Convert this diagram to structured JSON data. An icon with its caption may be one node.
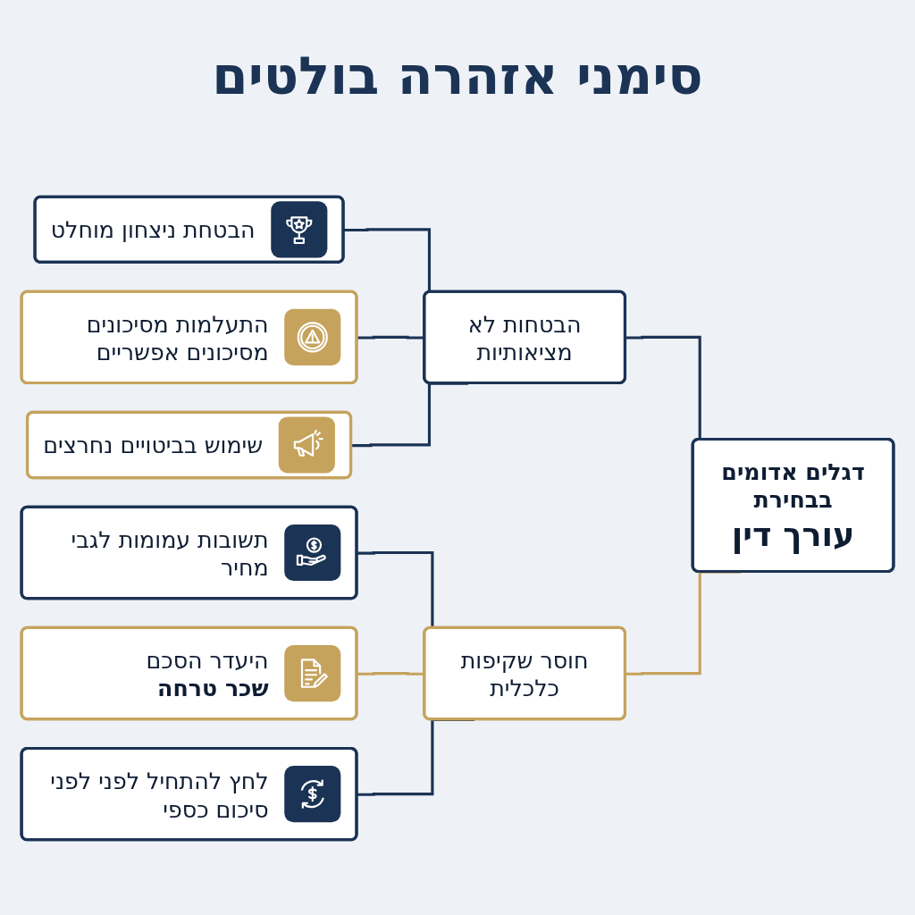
{
  "diagram": {
    "title": "סימני אזהרה בולטים",
    "nodes": [
      {
        "text": [
          "דגלים אדומים בבחירת",
          "עורך דין"
        ]
      },
      {
        "text": [
          "הבטחות לא מציאותיות"
        ]
      },
      {
        "text": [
          "הבטחת ניצחון מוחלט"
        ]
      },
      {
        "text": [
          "התעלמות מסיכונים מסיכונים אפשריים"
        ]
      },
      {
        "text": [
          "שימוש בביטויים נחרצים"
        ]
      },
      {
        "text": [
          "חוסר שקיפות כלכלית"
        ]
      },
      {
        "text": [
          "תשובות עמומות לגבי מחיר"
        ]
      },
      {
        "text": [
          "היעדר הסכם **שכר טרחה**"
        ]
      },
      {
        "text": [
          "לחץ להתחיל לפני לפני סיכום כספי"
        ]
      }
    ],
    "edges": [
      {
        "from": 0,
        "to": 1,
        "arrow": "none"
      },
      {
        "from": 1,
        "to": 2,
        "arrow": "none"
      },
      {
        "from": 1,
        "to": 3,
        "arrow": "none"
      },
      {
        "from": 1,
        "to": 4,
        "arrow": "none"
      },
      {
        "from": 0,
        "to": 5,
        "arrow": "none",
        "color": "#c6a35d"
      },
      {
        "from": 5,
        "to": 6,
        "arrow": "none"
      },
      {
        "from": 5,
        "to": 7,
        "arrow": "none",
        "color": "#c6a35d"
      },
      {
        "from": 5,
        "to": 8,
        "arrow": "none"
      }
    ]
  }
}
